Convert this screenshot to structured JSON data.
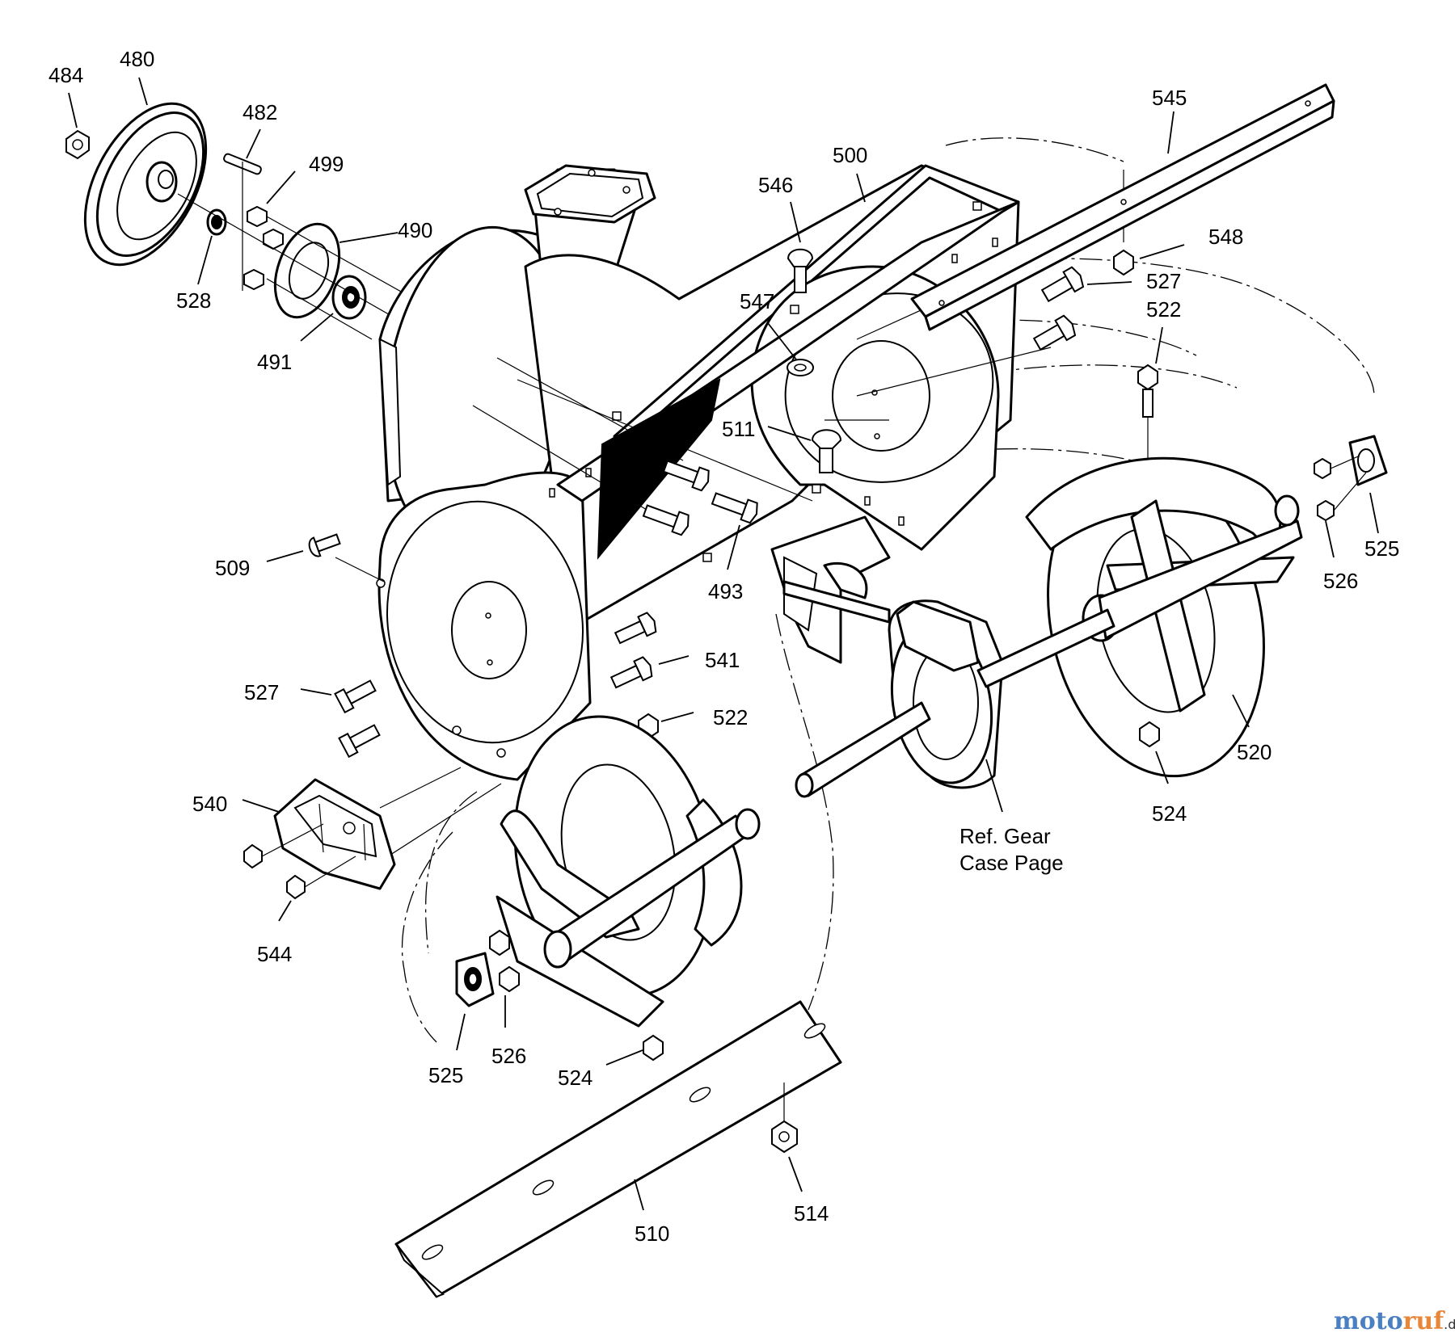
{
  "diagram": {
    "part_numbers": [
      {
        "id": "p484",
        "text": "484"
      },
      {
        "id": "p480",
        "text": "480"
      },
      {
        "id": "p482",
        "text": "482"
      },
      {
        "id": "p499",
        "text": "499"
      },
      {
        "id": "p490",
        "text": "490"
      },
      {
        "id": "p528",
        "text": "528"
      },
      {
        "id": "p491",
        "text": "491"
      },
      {
        "id": "p500",
        "text": "500"
      },
      {
        "id": "p546",
        "text": "546"
      },
      {
        "id": "p545",
        "text": "545"
      },
      {
        "id": "p548",
        "text": "548"
      },
      {
        "id": "p527a",
        "text": "527"
      },
      {
        "id": "p547",
        "text": "547"
      },
      {
        "id": "p522a",
        "text": "522"
      },
      {
        "id": "p511",
        "text": "511"
      },
      {
        "id": "p525a",
        "text": "525"
      },
      {
        "id": "p526a",
        "text": "526"
      },
      {
        "id": "p509",
        "text": "509"
      },
      {
        "id": "p493",
        "text": "493"
      },
      {
        "id": "p541",
        "text": "541"
      },
      {
        "id": "p527b",
        "text": "527"
      },
      {
        "id": "p522b",
        "text": "522"
      },
      {
        "id": "p520",
        "text": "520"
      },
      {
        "id": "p524a",
        "text": "524"
      },
      {
        "id": "p540",
        "text": "540"
      },
      {
        "id": "p544",
        "text": "544"
      },
      {
        "id": "p525b",
        "text": "525"
      },
      {
        "id": "p526b",
        "text": "526"
      },
      {
        "id": "p524b",
        "text": "524"
      },
      {
        "id": "p514",
        "text": "514"
      },
      {
        "id": "p510",
        "text": "510"
      }
    ],
    "reference_note": {
      "line1": "Ref. Gear",
      "line2": "Case Page"
    }
  },
  "watermark": {
    "part1": "moto",
    "part2": "ruf",
    "suffix": ".de",
    "colors": {
      "part1": "#4a7fc1",
      "part2": "#e8863a"
    }
  },
  "colors": {
    "ink": "#000000",
    "background": "#ffffff"
  }
}
